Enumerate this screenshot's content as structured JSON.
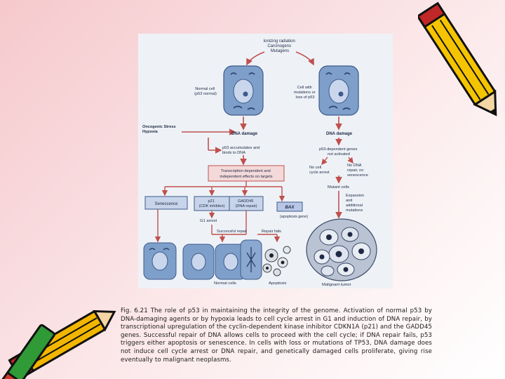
{
  "diagram": {
    "top_label": [
      "Ionizing radiation",
      "Carcinogens",
      "Mutagens"
    ],
    "normal_cell_label": [
      "Normal cell",
      "(p53 normal)"
    ],
    "mutant_cell_label": [
      "Cell with",
      "mutations or",
      "loss of p53"
    ],
    "stress_label": [
      "Oncogenic Stress",
      "Hypoxia"
    ],
    "dna_damage_left": "DNA damage",
    "dna_damage_right": "DNA damage",
    "p53_accumulates": [
      "p53 accumulates and",
      "binds to DNA"
    ],
    "p53_dependent": [
      "p53-dependent genes",
      "not activated"
    ],
    "transcription_box": [
      "Transcription dependent and",
      "independent effects on targets"
    ],
    "no_cell_cycle_arrest": [
      "No cell",
      "cycle arrest"
    ],
    "no_dna_repair": [
      "No DNA",
      "repair, no",
      "senescence"
    ],
    "mutant_cells": "Mutant cells",
    "expansion": [
      "Expansion",
      "and",
      "additional",
      "mutations"
    ],
    "senescence": "Senescence",
    "p21_box": [
      "p21",
      "(CDK inhibitor)"
    ],
    "gadd45_box": [
      "GADD45",
      "(DNA repair)"
    ],
    "bax_box": "BAX",
    "bax_caption": "(apoptosis gene)",
    "g1_arrest": "G1 arrest",
    "successful_repair": "Successful repair",
    "repair_fails": "Repair fails",
    "normal_cells": "Normal cells",
    "apoptosis": "Apoptosis",
    "malignant_tumor": "Malignant tumor"
  },
  "caption": "Fig. 6.21 The role of p53 in maintaining the integrity of the genome. Activation of normal p53 by DNA-damaging agents or by hypoxia leads to cell cycle arrest in G1 and induction of DNA repair, by transcriptional upregulation of the cyclin-dependent kinase inhibitor CDKN1A (p21) and the GADD45 genes. Successful repair of DNA allows cells to proceed with the cell cycle; if DNA repair fails, p53 triggers either apoptosis or senescence. In cells with loss or mutations of TP53, DNA damage does not induce cell cycle arrest or DNA repair, and genetically damaged cells proliferate, giving rise eventually to malignant neoplasms.",
  "colors": {
    "background_top": "#f6c9cc",
    "figure_bg": "#eef2f7",
    "cell_fill": "#7f9fcb",
    "nucleus_fill": "#c9d6ec",
    "box_fill": "#c7d4ea",
    "transcription_fill": "#f3d9d9",
    "arrow_red": "#c0504d",
    "arrow_blue": "#5b77a8",
    "bax_fill": "#b8c7e6"
  },
  "icons": [
    "pencil-top-right-icon",
    "pencil-bottom-left-icon"
  ]
}
